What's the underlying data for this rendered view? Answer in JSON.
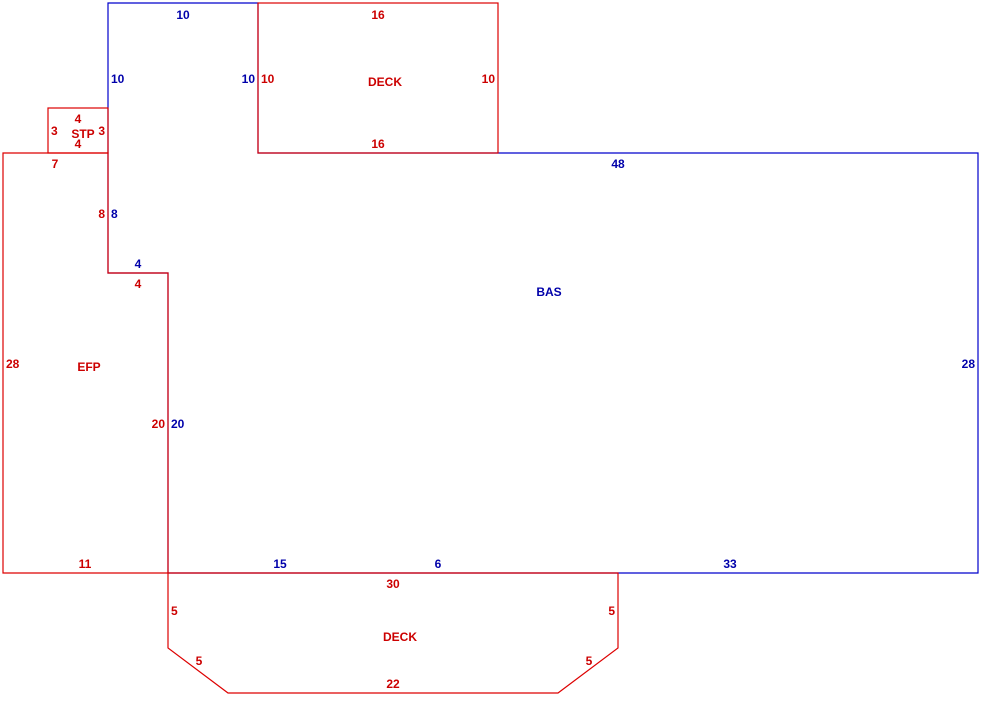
{
  "colors": {
    "bas": "#0000cc",
    "addition": "#dd0000"
  },
  "areas": {
    "bas": {
      "name": "BAS",
      "dims": {
        "top_left": "10",
        "left_upper": "10",
        "right_upper": "10",
        "top_right": "48",
        "step_horizontal": "4",
        "left_inner": "8",
        "left_lower": "20",
        "right": "28",
        "bottom_a": "15",
        "bottom_b": "6",
        "bottom_c": "33"
      }
    },
    "deck_top": {
      "name": "DECK",
      "dims": {
        "top": "16",
        "bottom": "16",
        "left": "10",
        "right": "10"
      }
    },
    "stp": {
      "name": "STP",
      "dims": {
        "top": "4",
        "bottom": "4",
        "left": "3",
        "right": "3"
      }
    },
    "efp": {
      "name": "EFP",
      "dims": {
        "top": "7",
        "right_upper": "8",
        "step": "4",
        "right_lower": "20",
        "left": "28",
        "bottom": "11"
      }
    },
    "deck_bottom": {
      "name": "DECK",
      "dims": {
        "top": "30",
        "left": "5",
        "right": "5",
        "diag_left": "5",
        "diag_right": "5",
        "bottom": "22"
      }
    }
  }
}
